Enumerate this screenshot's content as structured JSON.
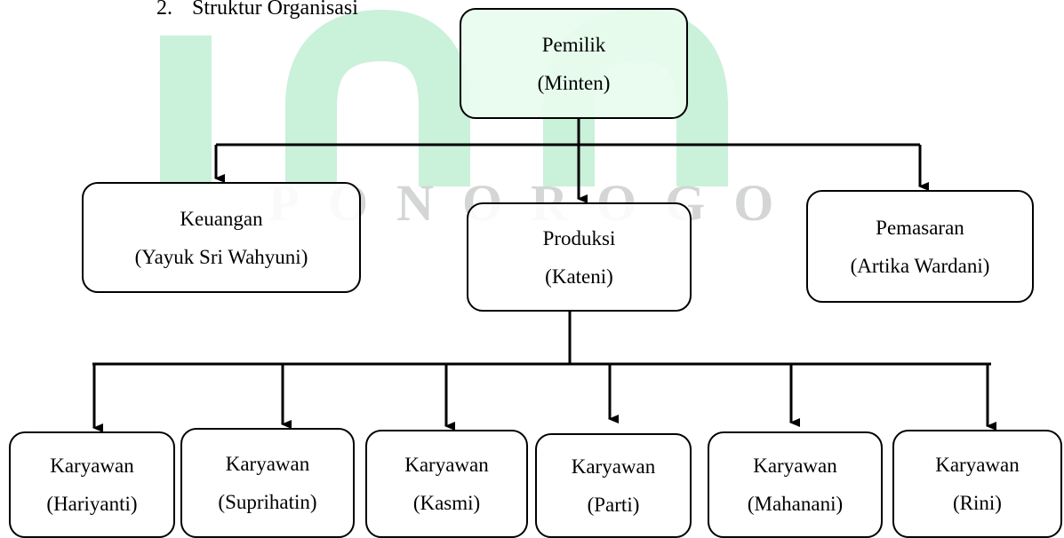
{
  "heading": {
    "number": "2.",
    "title": "Struktur Organisasi"
  },
  "watermark": {
    "text": "PONOROGO",
    "color": "#38c46f"
  },
  "owner": {
    "role": "Pemilik",
    "name": "(Minten)"
  },
  "divisions": [
    {
      "role": "Keuangan",
      "name": "(Yayuk Sri Wahyuni)"
    },
    {
      "role": "Produksi",
      "name": "(Kateni)"
    },
    {
      "role": "Pemasaran",
      "name": "(Artika Wardani)"
    }
  ],
  "employees": [
    {
      "role": "Karyawan",
      "name": "(Hariyanti)"
    },
    {
      "role": "Karyawan",
      "name": "(Suprihatin)"
    },
    {
      "role": "Karyawan",
      "name": "(Kasmi)"
    },
    {
      "role": "Karyawan",
      "name": "(Parti)"
    },
    {
      "role": "Karyawan",
      "name": "(Mahanani)"
    },
    {
      "role": "Karyawan",
      "name": "(Rini)"
    }
  ]
}
